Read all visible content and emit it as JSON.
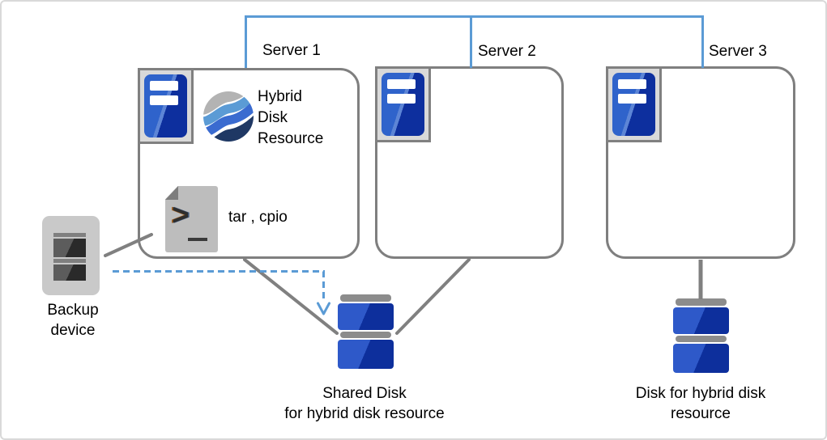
{
  "diagram": {
    "servers": [
      {
        "label": "Server 1",
        "contents": {
          "hybrid_resource": [
            "Hybrid",
            "Disk",
            "Resource"
          ],
          "tools": "tar , cpio"
        }
      },
      {
        "label": "Server 2"
      },
      {
        "label": "Server 3"
      }
    ],
    "backup_device": {
      "label_line1": "Backup",
      "label_line2": "device"
    },
    "shared_disk": {
      "label_line1": "Shared Disk",
      "label_line2": "for hybrid disk resource"
    },
    "hybrid_disk": {
      "label_line1": "Disk for hybrid disk",
      "label_line2": "resource"
    },
    "icons": {
      "server": "server-tower-icon",
      "hybrid_resource": "hybrid-disk-resource-wave-icon",
      "script_file": "shell-script-file-icon",
      "backup": "backup-device-icon",
      "disk": "disk-platter-stack-icon",
      "arrow": "dashed-arrow-down-icon"
    },
    "colors": {
      "network_line_blue": "#5b9bd5",
      "connector_gray": "#808080",
      "box_border_gray": "#7f7f7f",
      "server_blue_light": "#2f63cb",
      "server_blue_dark": "#0d2f9e",
      "disk_blue_light": "#2e59c9",
      "disk_blue_dark": "#0d2f9c",
      "disk_cap_gray": "#8c8c8c",
      "wave_gray": "#b3b3b3",
      "wave_light_blue": "#5b9bd5",
      "wave_blue": "#3a6bd0",
      "wave_navy": "#1f3864",
      "icon_frame_gray": "#d9d9d9"
    }
  }
}
